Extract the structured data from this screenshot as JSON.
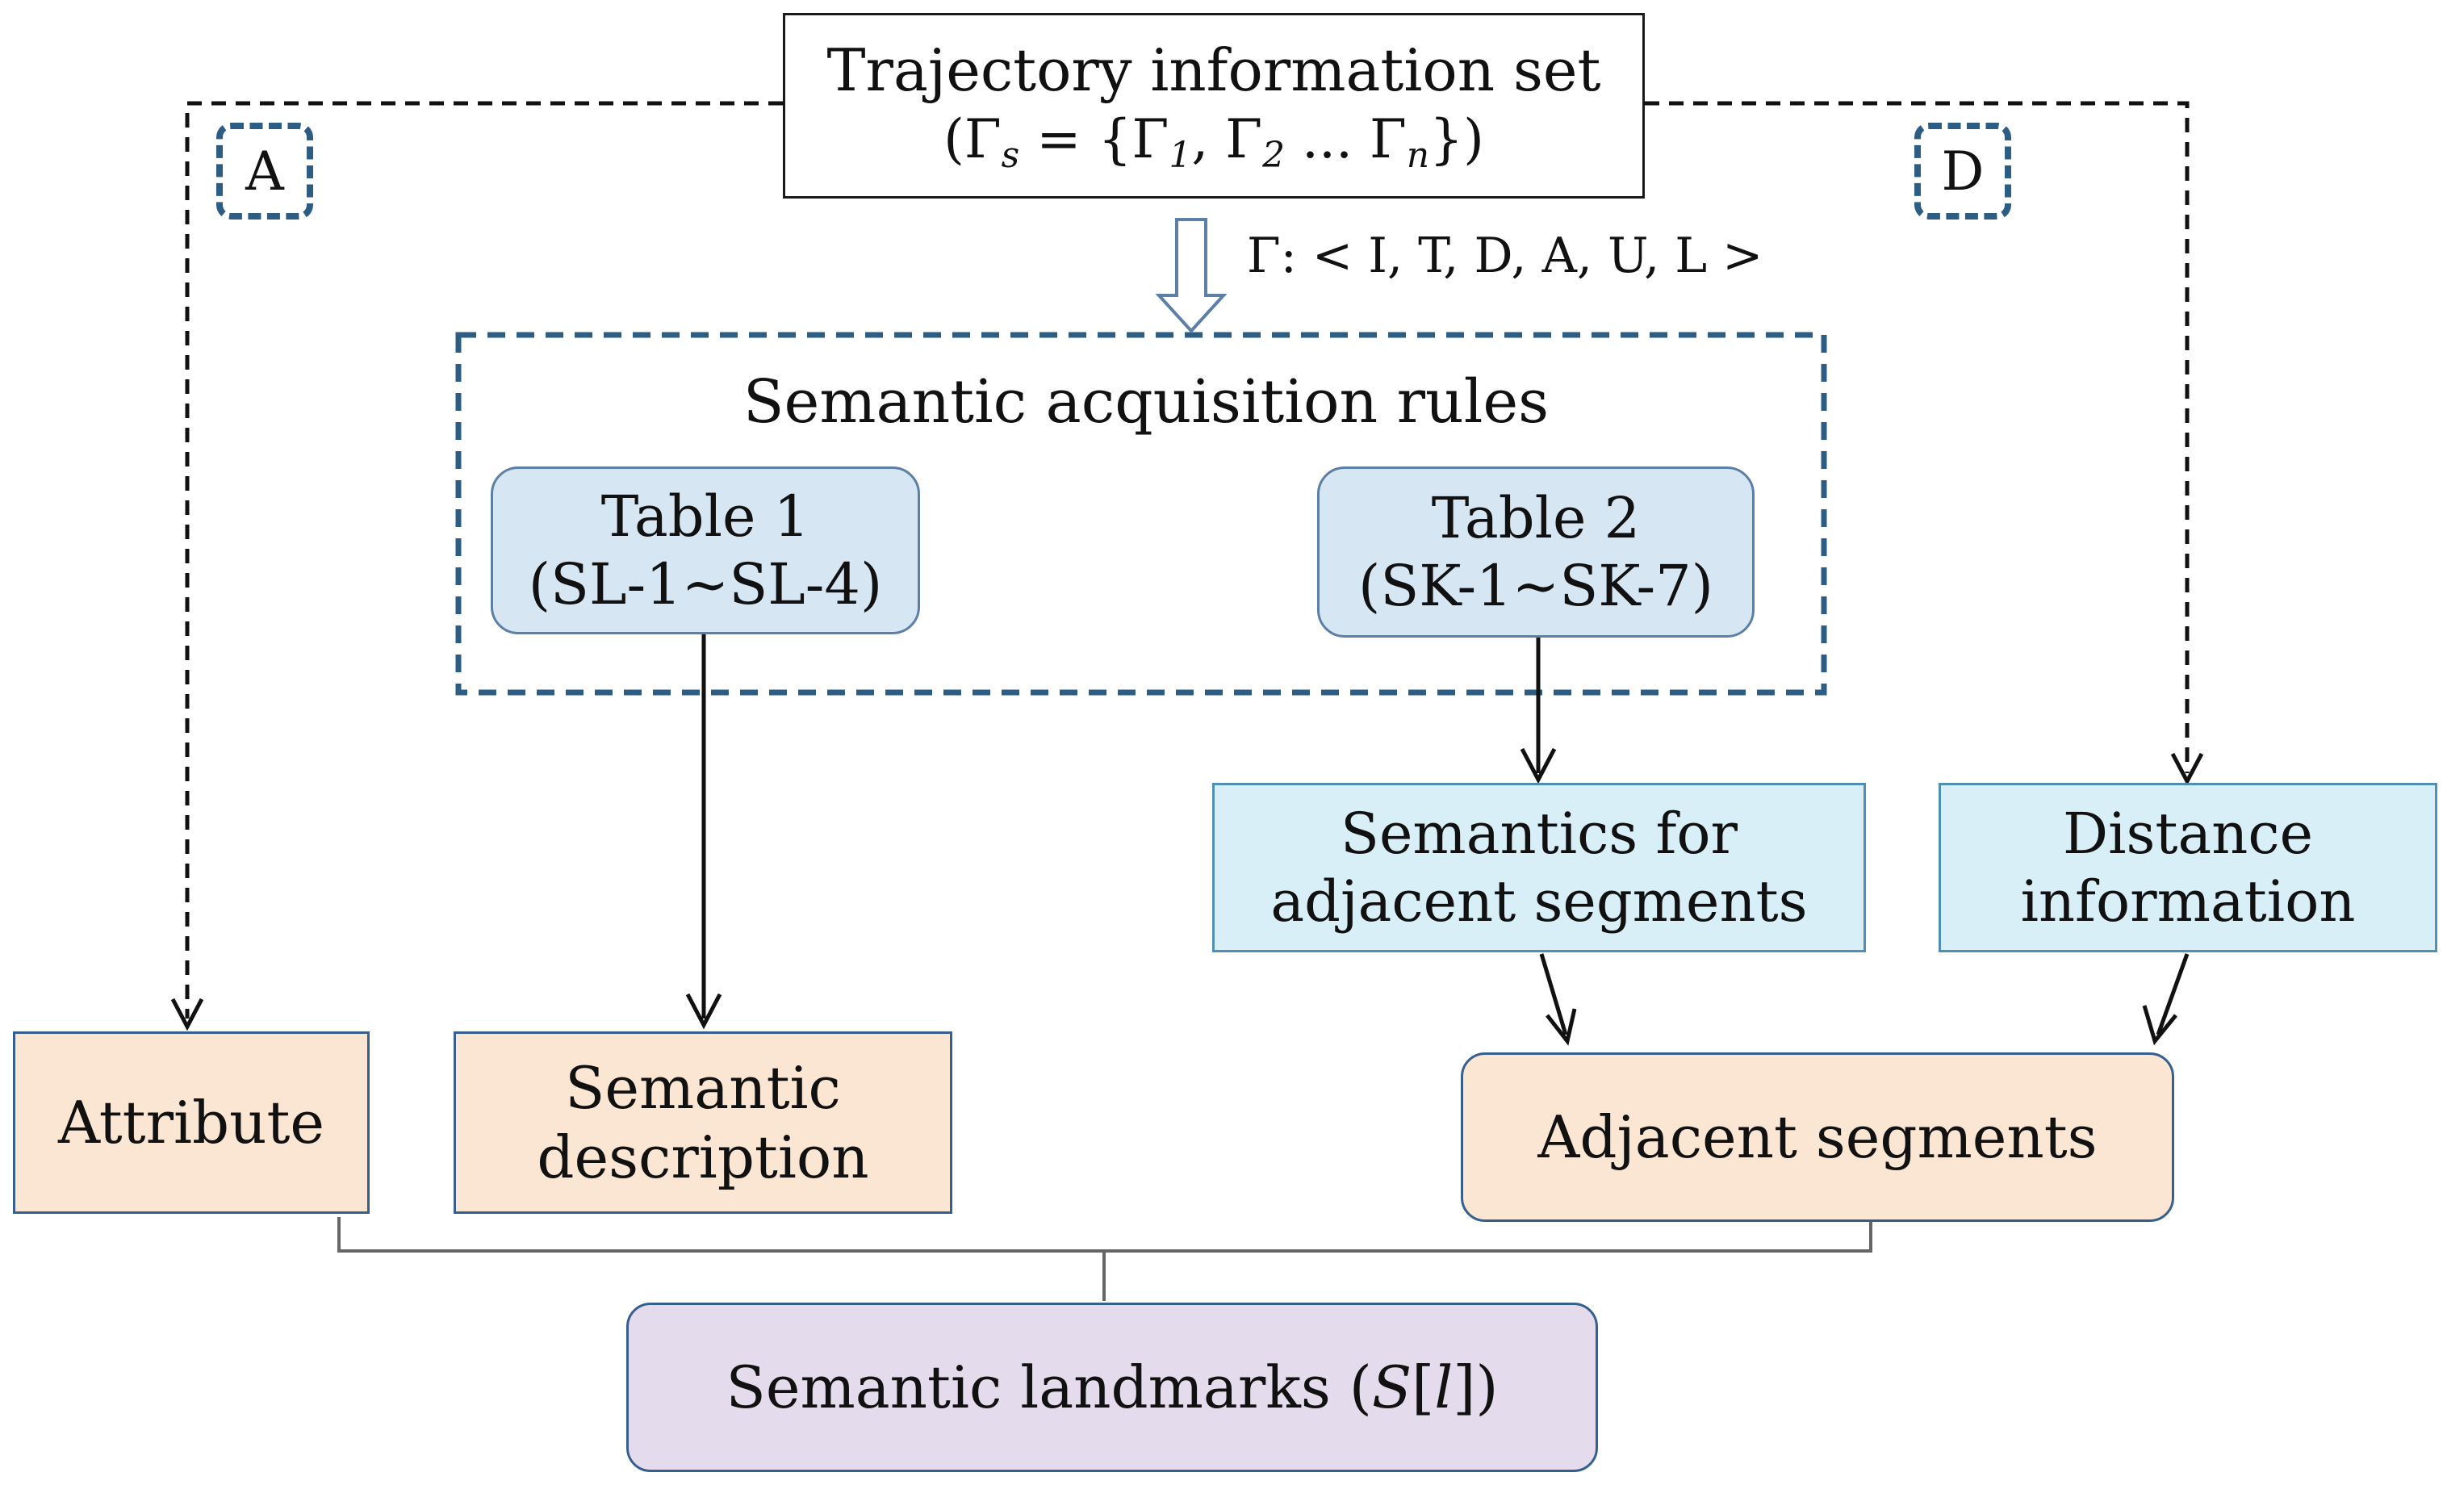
{
  "top": {
    "title": "Trajectory information set",
    "formula_prefix": "(Γ",
    "formula_s": "s",
    "formula_mid": " = {Γ",
    "formula_1": "1",
    "formula_comma": ", Γ",
    "formula_2": "2",
    "formula_dots": " ... Γ",
    "formula_n": "n",
    "formula_suffix": "})"
  },
  "tuple_label": "Γ: < I, T, D, A, U, L >",
  "tag_a": "A",
  "tag_d": "D",
  "rules": {
    "title": "Semantic acquisition rules",
    "table1": {
      "line1": "Table 1",
      "line2": "(SL-1~SL-4)"
    },
    "table2": {
      "line1": "Table 2",
      "line2": "(SK-1~SK-7)"
    }
  },
  "semantics_adjacent": {
    "line1": "Semantics for",
    "line2": "adjacent segments"
  },
  "distance": {
    "line1": "Distance",
    "line2": "information"
  },
  "attribute": "Attribute",
  "semantic_description": {
    "line1": "Semantic",
    "line2": "description"
  },
  "adjacent_segments": "Adjacent segments",
  "landmarks": {
    "text": "Semantic landmarks (",
    "s": "S",
    "lb": "[",
    "l": "l",
    "rb": "]",
    "close": ")"
  },
  "colors": {
    "dash_blue": "#2e5d84",
    "table_fill": "#d7e6f3",
    "cyan_fill": "#d9eff7",
    "peach_fill": "#fbe6d3",
    "lavender_fill": "#e4dbed"
  }
}
